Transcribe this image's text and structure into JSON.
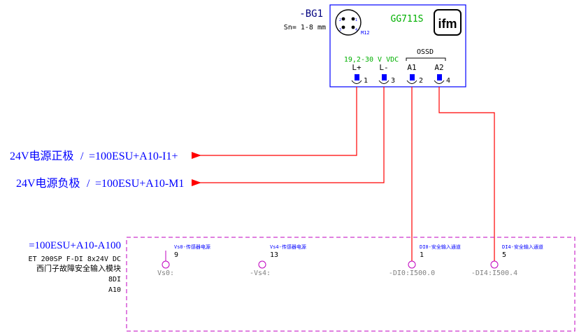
{
  "sensor": {
    "tag": "-BG1",
    "range": "Sn= 1-8 mm",
    "model": "GG711S",
    "connector": "M12",
    "pin_numbers": [
      "1",
      "2",
      "3",
      "4"
    ],
    "brand": "ifm",
    "voltage": "19,2-30 V VDC",
    "ossd_label": "OSSD",
    "terminals": [
      {
        "label": "L+",
        "num": "1"
      },
      {
        "label": "L-",
        "num": "3"
      },
      {
        "label": "A1",
        "num": "2"
      },
      {
        "label": "A2",
        "num": "4"
      }
    ],
    "colors": {
      "frame": "#0000ff",
      "model_text": "#00b000",
      "voltage_text": "#00b000"
    }
  },
  "supply": [
    {
      "name": "24V电源正极",
      "ref": "=100ESU+A10-I1+"
    },
    {
      "name": "24V电源负极",
      "ref": "=100ESU+A10-M1"
    }
  ],
  "module": {
    "ref": "=100ESU+A10-A100",
    "lines": [
      "ET 200SP F-DI 8x24V DC",
      "西门子故障安全输入模块",
      "8DI",
      "A10"
    ],
    "channels": [
      {
        "desc": "Vs0-传感器电源",
        "num": "9",
        "io": "Vs0:"
      },
      {
        "desc": "Vs4-传感器电源",
        "num": "13",
        "io": "-Vs4:"
      },
      {
        "desc": "DI0-安全输入通道",
        "num": "1",
        "io": "-DI0:I500.0"
      },
      {
        "desc": "DI4-安全输入通道",
        "num": "5",
        "io": "-DI4:I500.4"
      }
    ],
    "colors": {
      "frame": "#c000c0",
      "wire": "#ff0000"
    }
  },
  "separator": "/"
}
